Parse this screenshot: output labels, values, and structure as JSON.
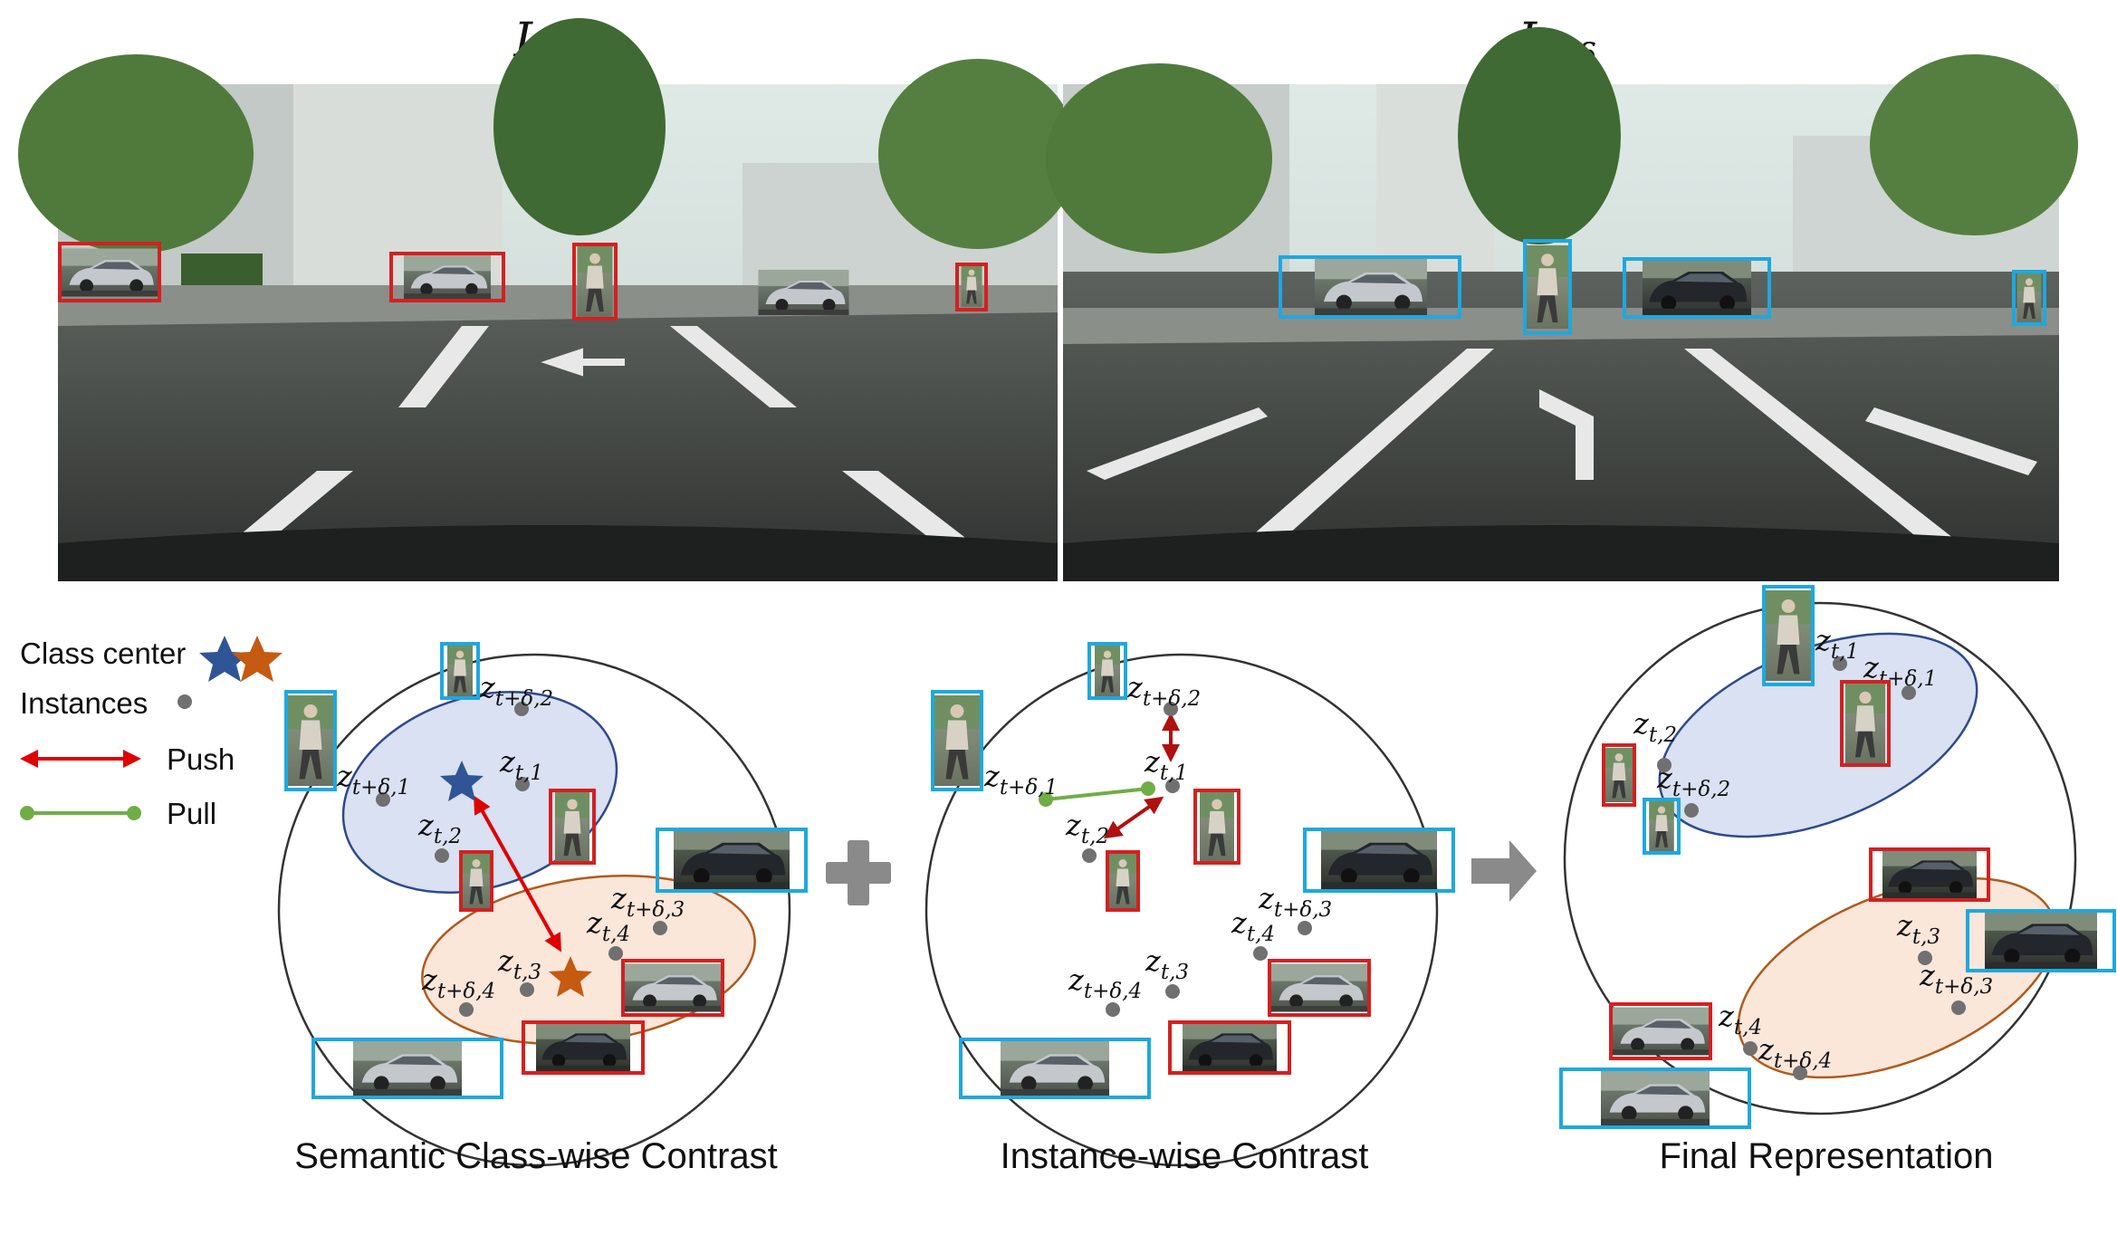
{
  "headers": {
    "left": {
      "base": "I",
      "sub": "t"
    },
    "right": {
      "base": "I",
      "sub": "t+δ"
    }
  },
  "legend": {
    "class_center": "Class center",
    "instances": "Instances",
    "push": "Push",
    "pull": "Pull"
  },
  "captions": {
    "semantic": "Semantic Class-wise Contrast",
    "instance": "Instance-wise Contrast",
    "final": "Final Representation"
  },
  "labels": {
    "z": "z",
    "t1": "t,1",
    "t2": "t,2",
    "t3": "t,3",
    "t4": "t,4",
    "td1": "t+δ,1",
    "td2": "t+δ,2",
    "td3": "t+δ,3",
    "td4": "t+δ,4"
  },
  "colors": {
    "frame_t_box": "#d42020",
    "frame_td_box": "#1ea8e0",
    "person_cluster_fill": "#d9e1f3",
    "person_cluster_stroke": "#2e4a8c",
    "car_cluster_fill": "#fbe6da",
    "car_cluster_stroke": "#b05a1a",
    "blue_star": "#2f5597",
    "orange_star": "#c55a11",
    "push_arrow": "#e00000",
    "pull_line": "#70ad47",
    "instance_dot": "#707070",
    "plus_arrow": "#8a8a8a"
  }
}
